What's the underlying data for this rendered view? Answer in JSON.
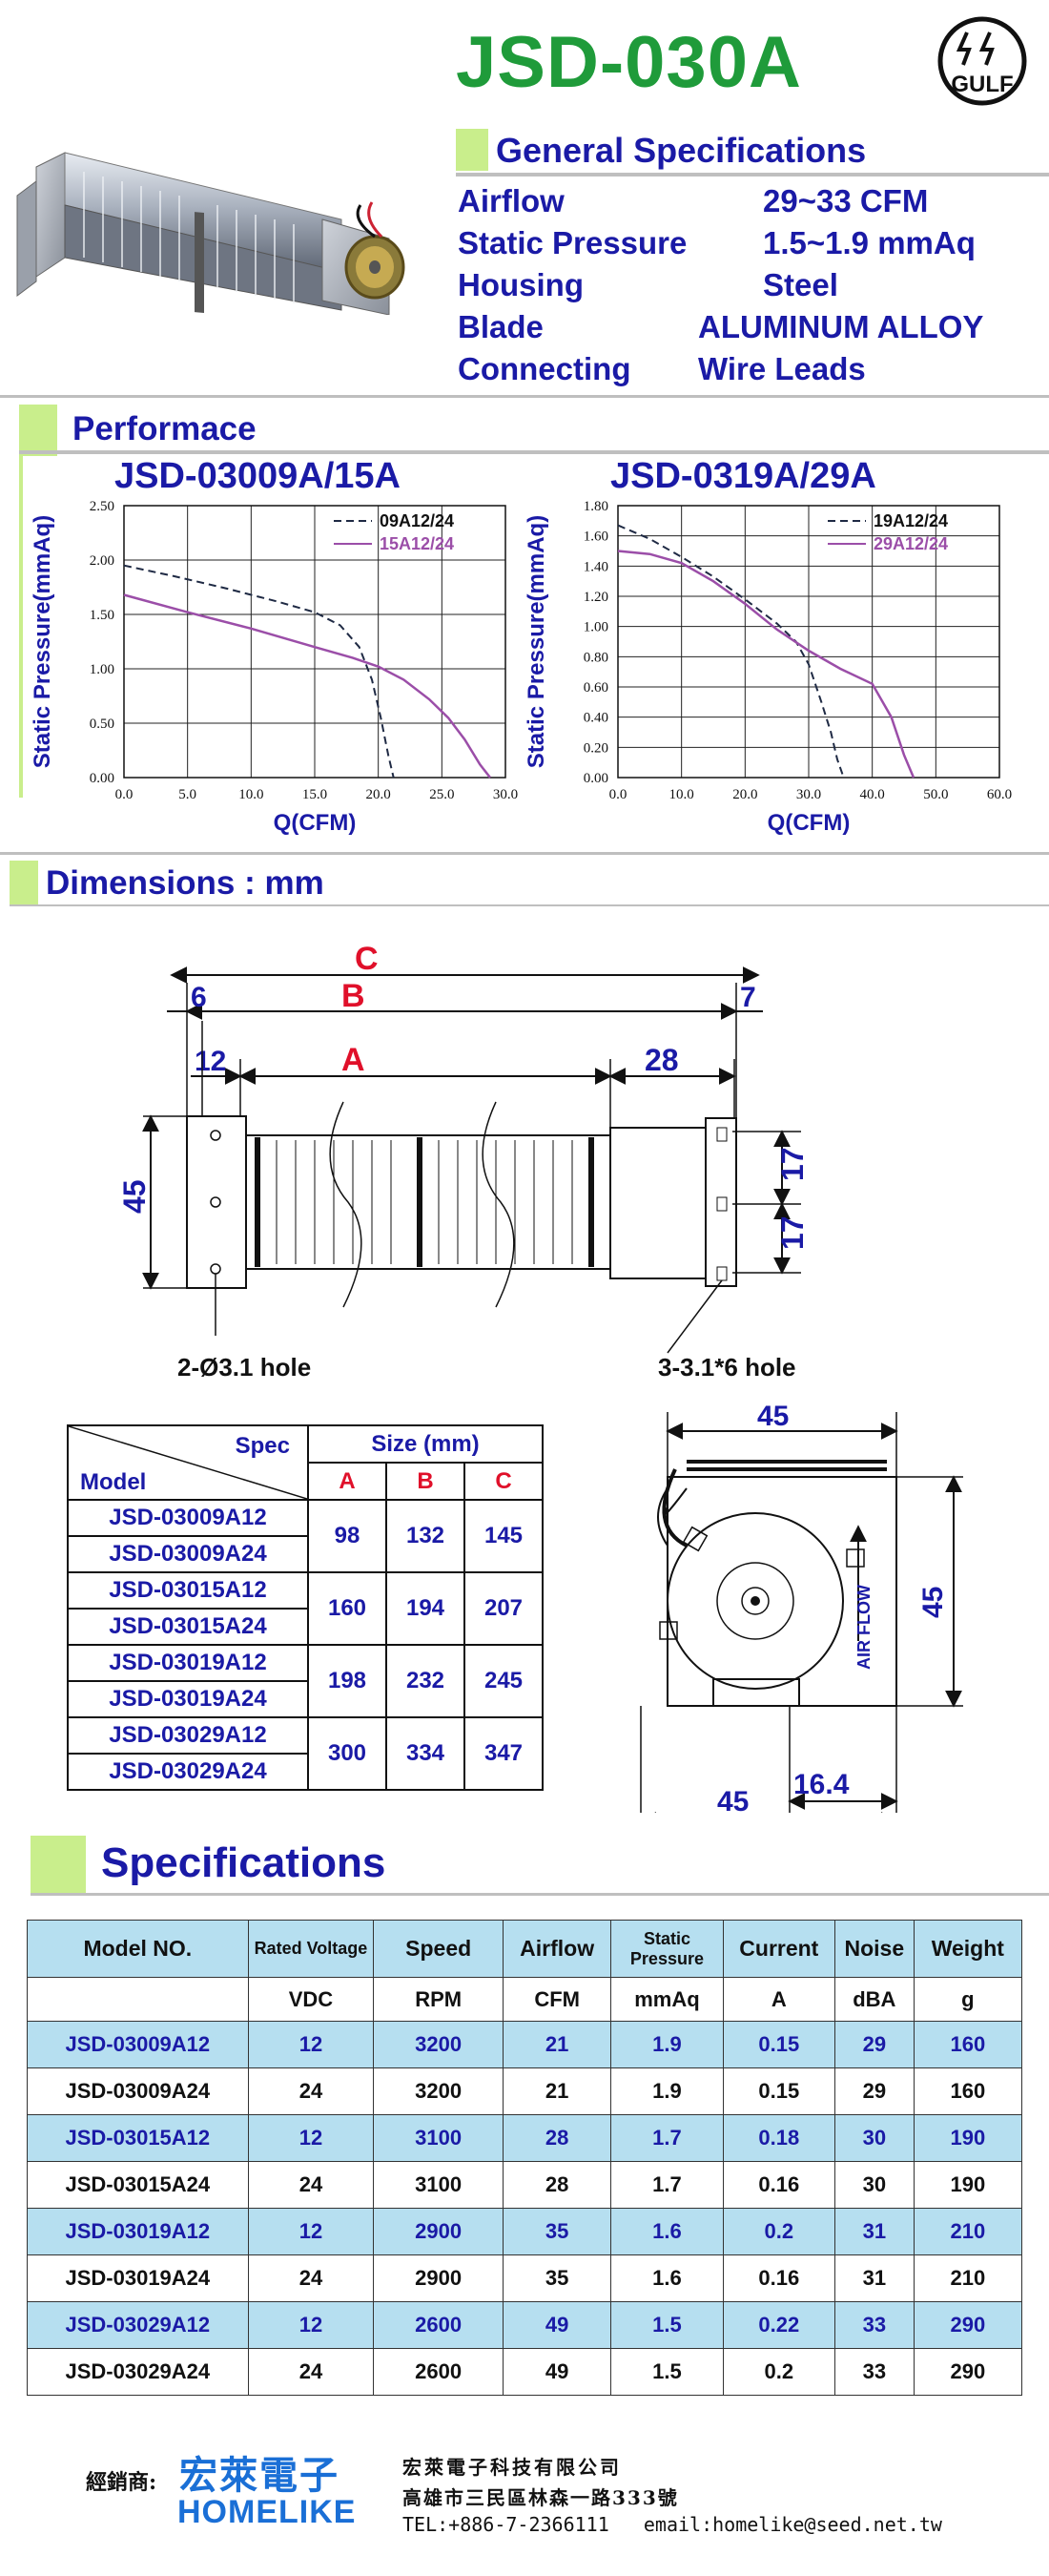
{
  "title": "JSD-030A",
  "logo": {
    "text": "GULF"
  },
  "general": {
    "heading": "General Specifications",
    "rows": [
      {
        "label": "Airflow",
        "value": "29~33 CFM"
      },
      {
        "label": "Static Pressure",
        "value": "1.5~1.9 mmAq"
      },
      {
        "label": "Housing",
        "value": "Steel"
      },
      {
        "label": "Blade",
        "value": "ALUMINUM ALLOY"
      },
      {
        "label": "Connecting",
        "value": "Wire Leads"
      }
    ]
  },
  "performance": {
    "heading": "Performace"
  },
  "chart_data": [
    {
      "type": "line",
      "title": "JSD-03009A/15A",
      "xlabel": "Q(CFM)",
      "ylabel": "Static Pressure(mmAq)",
      "xlim": [
        0,
        30
      ],
      "ylim": [
        0,
        2.5
      ],
      "xticks": [
        "0.0",
        "5.0",
        "10.0",
        "15.0",
        "20.0",
        "25.0",
        "30.0"
      ],
      "yticks": [
        "0.00",
        "0.50",
        "1.00",
        "1.50",
        "2.00",
        "2.50"
      ],
      "grid": true,
      "legend": "top-right",
      "series": [
        {
          "name": "09A12/24",
          "color": "#1f2a44",
          "dash": true,
          "x": [
            0,
            4,
            8,
            12,
            15,
            17,
            18.5,
            19.5,
            20.2,
            20.8,
            21.2
          ],
          "y": [
            1.95,
            1.85,
            1.74,
            1.62,
            1.52,
            1.4,
            1.2,
            0.9,
            0.55,
            0.2,
            0.0
          ]
        },
        {
          "name": "15A12/24",
          "color": "#9b4ea8",
          "dash": false,
          "x": [
            0,
            5,
            10,
            15,
            18,
            20,
            22,
            24,
            25.5,
            26.8,
            28,
            28.8
          ],
          "y": [
            1.68,
            1.52,
            1.37,
            1.2,
            1.1,
            1.02,
            0.9,
            0.72,
            0.55,
            0.35,
            0.12,
            0.0
          ]
        }
      ]
    },
    {
      "type": "line",
      "title": "JSD-0319A/29A",
      "xlabel": "Q(CFM)",
      "ylabel": "Static Pressure(mmAq)",
      "xlim": [
        0,
        60
      ],
      "ylim": [
        0,
        1.8
      ],
      "xticks": [
        "0.0",
        "10.0",
        "20.0",
        "30.0",
        "40.0",
        "50.0",
        "60.0"
      ],
      "yticks": [
        "0.00",
        "0.20",
        "0.40",
        "0.60",
        "0.80",
        "1.00",
        "1.20",
        "1.40",
        "1.60",
        "1.80"
      ],
      "grid": true,
      "legend": "top-right",
      "series": [
        {
          "name": "19A12/24",
          "color": "#1f2a44",
          "dash": true,
          "x": [
            0,
            5,
            10,
            15,
            20,
            25,
            28,
            30,
            32,
            33.5,
            34.5,
            35.5
          ],
          "y": [
            1.67,
            1.58,
            1.46,
            1.33,
            1.18,
            1.02,
            0.9,
            0.75,
            0.5,
            0.3,
            0.12,
            0.0
          ]
        },
        {
          "name": "29A12/24",
          "color": "#9b4ea8",
          "dash": false,
          "x": [
            0,
            5,
            10,
            15,
            20,
            25,
            30,
            35,
            40,
            43,
            45,
            46.5
          ],
          "y": [
            1.5,
            1.48,
            1.42,
            1.3,
            1.15,
            0.98,
            0.84,
            0.72,
            0.62,
            0.4,
            0.15,
            0.0
          ]
        }
      ]
    }
  ],
  "dimensions": {
    "heading": "Dimensions : mm",
    "labels": {
      "c": "C",
      "b": "B",
      "a": "A",
      "six": "6",
      "seven": "7",
      "twelve": "12",
      "twentyeight": "28",
      "fortyfive": "45",
      "seventeen_top": "17",
      "seventeen_bot": "17",
      "hole_left": "2-Ø3.1 hole",
      "hole_right": "3-3.1*6 hole"
    },
    "side": {
      "top": "45",
      "right": "45",
      "bottom": "45",
      "offset": "16.4",
      "airflow": "AIR FLOW"
    }
  },
  "size_table": {
    "spec_label": "Spec",
    "model_label": "Model",
    "size_label": "Size (mm)",
    "cols": [
      "A",
      "B",
      "C"
    ],
    "groups": [
      {
        "models": [
          "JSD-03009A12",
          "JSD-03009A24"
        ],
        "values": [
          "98",
          "132",
          "145"
        ]
      },
      {
        "models": [
          "JSD-03015A12",
          "JSD-03015A24"
        ],
        "values": [
          "160",
          "194",
          "207"
        ]
      },
      {
        "models": [
          "JSD-03019A12",
          "JSD-03019A24"
        ],
        "values": [
          "198",
          "232",
          "245"
        ]
      },
      {
        "models": [
          "JSD-03029A12",
          "JSD-03029A24"
        ],
        "values": [
          "300",
          "334",
          "347"
        ]
      }
    ]
  },
  "specifications": {
    "heading": "Specifications",
    "headers": [
      "Model NO.",
      "Rated Voltage",
      "Speed",
      "Airflow",
      "Static Pressure",
      "Current",
      "Noise",
      "Weight"
    ],
    "units": [
      "",
      "VDC",
      "RPM",
      "CFM",
      "mmAq",
      "A",
      "dBA",
      "g"
    ],
    "rows": [
      [
        "JSD-03009A12",
        "12",
        "3200",
        "21",
        "1.9",
        "0.15",
        "29",
        "160"
      ],
      [
        "JSD-03009A24",
        "24",
        "3200",
        "21",
        "1.9",
        "0.15",
        "29",
        "160"
      ],
      [
        "JSD-03015A12",
        "12",
        "3100",
        "28",
        "1.7",
        "0.18",
        "30",
        "190"
      ],
      [
        "JSD-03015A24",
        "24",
        "3100",
        "28",
        "1.7",
        "0.16",
        "30",
        "190"
      ],
      [
        "JSD-03019A12",
        "12",
        "2900",
        "35",
        "1.6",
        "0.2",
        "31",
        "210"
      ],
      [
        "JSD-03019A24",
        "24",
        "2900",
        "35",
        "1.6",
        "0.16",
        "31",
        "210"
      ],
      [
        "JSD-03029A12",
        "12",
        "2600",
        "49",
        "1.5",
        "0.22",
        "33",
        "290"
      ],
      [
        "JSD-03029A24",
        "24",
        "2600",
        "49",
        "1.5",
        "0.2",
        "33",
        "290"
      ]
    ],
    "highlight_rows": [
      0,
      2,
      4,
      6
    ]
  },
  "footer": {
    "dist_label": "經銷商:",
    "brand_cn": "宏萊電子",
    "brand_en": "HOMELIKE",
    "company": "宏萊電子科技有限公司",
    "address": "高雄市三民區林森一路333號",
    "contact": "TEL:+886-7-2366111   email:homelike@seed.net.tw"
  }
}
